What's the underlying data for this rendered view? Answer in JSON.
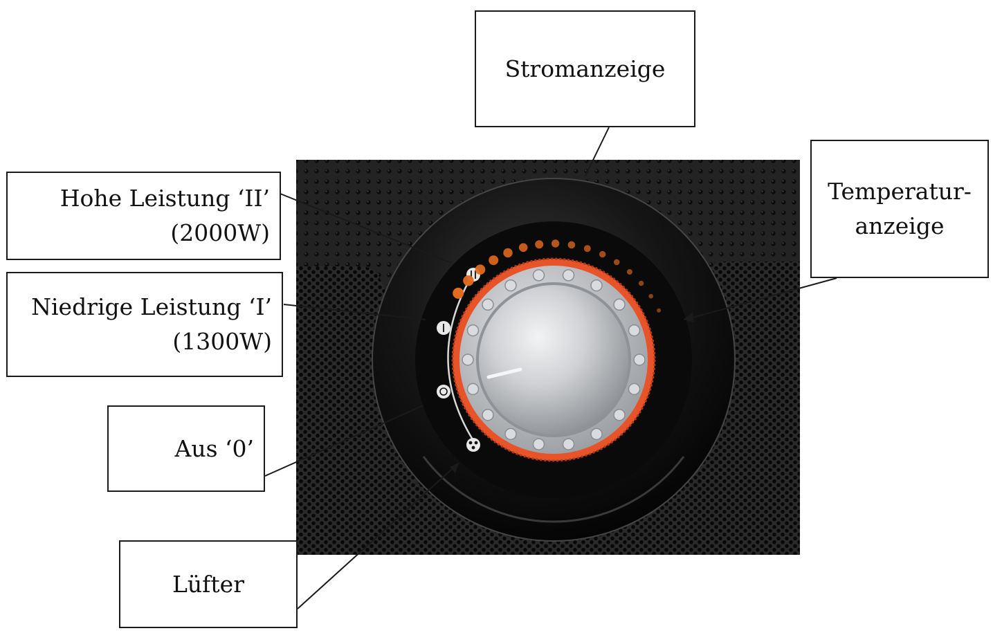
{
  "callouts": {
    "stromanzeige": "Stromanzeige",
    "temperaturanzeige_line1": "Temperatur-",
    "temperaturanzeige_line2": "anzeige",
    "hohe_leistung_line1": "Hohe Leistung ‘II’",
    "hohe_leistung_line2": "(2000W)",
    "niedrige_leistung_line1": "Niedrige Leistung ‘I’",
    "niedrige_leistung_line2": "(1300W)",
    "aus": "Aus ‘0’",
    "luefter": "Lüfter"
  },
  "dial": {
    "mode_symbols": [
      "II",
      "I",
      "0",
      "fan"
    ],
    "temperature_dot_count": 16
  },
  "colors": {
    "panel": "#1b1b1b",
    "accent_orange": "#e8542a",
    "knob_silver": "#c9cbce",
    "indicator_dots": "#e36a1f"
  }
}
